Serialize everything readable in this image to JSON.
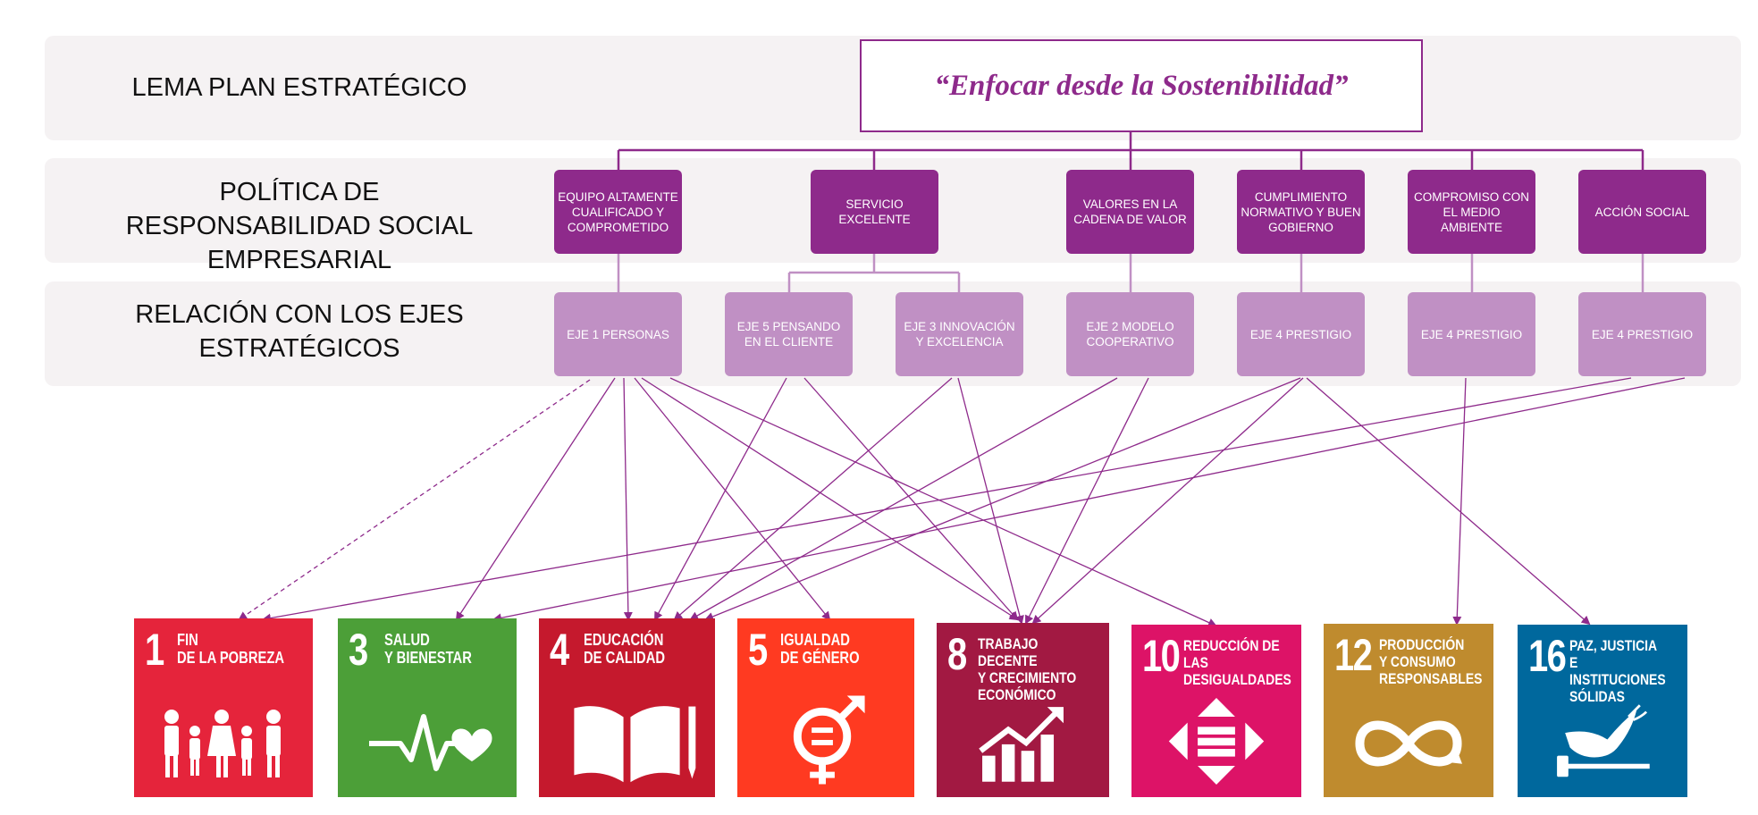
{
  "labels": {
    "lema": "LEMA PLAN ESTRATÉGICO",
    "politica": "POLÍTICA DE RESPONSABILIDAD SOCIAL EMPRESARIAL",
    "relacion": "RELACIÓN CON LOS EJES ESTRATÉGICOS"
  },
  "lema_text": "“Enfocar desde la Sostenibilidad”",
  "politicas": [
    "EQUIPO ALTAMENTE CUALIFICADO Y COMPROMETIDO",
    "SERVICIO EXCELENTE",
    "VALORES EN LA CADENA DE VALOR",
    "CUMPLIMIENTO NORMATIVO Y BUEN GOBIERNO",
    "COMPROMISO CON EL MEDIO AMBIENTE",
    "ACCIÓN SOCIAL"
  ],
  "ejes": [
    "EJE 1 PERSONAS",
    "EJE 5 PENSANDO EN EL CLIENTE",
    "EJE 3 INNOVACIÓN Y EXCELENCIA",
    "EJE 2 MODELO COOPERATIVO",
    "EJE 4 PRESTIGIO",
    "EJE 4 PRESTIGIO",
    "EJE 4 PRESTIGIO"
  ],
  "sdgs": [
    {
      "num": "1",
      "title": "FIN\nDE LA POBREZA",
      "color": "#e5243b",
      "icon": "family-icon"
    },
    {
      "num": "3",
      "title": "SALUD\nY BIENESTAR",
      "color": "#4c9f38",
      "icon": "heartbeat-icon"
    },
    {
      "num": "4",
      "title": "EDUCACIÓN\nDE CALIDAD",
      "color": "#c5192d",
      "icon": "book-icon"
    },
    {
      "num": "5",
      "title": "IGUALDAD\nDE GÉNERO",
      "color": "#ff3a21",
      "icon": "gender-equality-icon"
    },
    {
      "num": "8",
      "title": "TRABAJO DECENTE\nY CRECIMIENTO\nECONÓMICO",
      "color": "#a21942",
      "icon": "growth-chart-icon"
    },
    {
      "num": "10",
      "title": "REDUCCIÓN DE LAS\nDESIGUALDADES",
      "color": "#dd1367",
      "icon": "equality-arrows-icon"
    },
    {
      "num": "12",
      "title": "PRODUCCIÓN\nY CONSUMO\nRESPONSABLES",
      "color": "#bf8b2e",
      "icon": "infinity-icon"
    },
    {
      "num": "16",
      "title": "PAZ, JUSTICIA\nE INSTITUCIONES\nSÓLIDAS",
      "color": "#00689d",
      "icon": "dove-gavel-icon"
    }
  ],
  "colors": {
    "purple": "#8e2a8b",
    "light_purple": "#c090c4",
    "band": "#f5f2f3"
  }
}
